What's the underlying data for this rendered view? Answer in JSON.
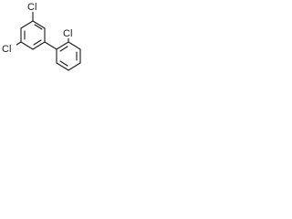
{
  "molecule": {
    "atoms": {
      "cl_top_left": "Cl",
      "cl_bottom_left": "Cl",
      "cl_right": "Cl"
    },
    "colors": {
      "bond": "#1a1a1a",
      "background": "#ffffff"
    }
  }
}
